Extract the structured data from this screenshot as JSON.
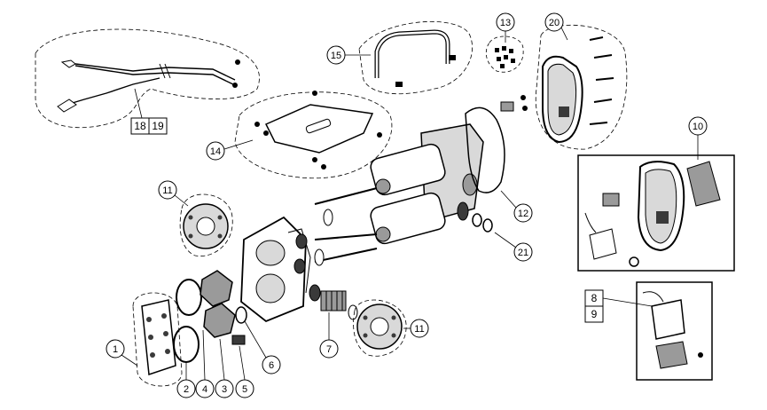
{
  "callouts": {
    "c1": "1",
    "c2": "2",
    "c3": "3",
    "c4": "4",
    "c5": "5",
    "c6": "6",
    "c7": "7",
    "c8": "8",
    "c9": "9",
    "c10": "10",
    "c11a": "11",
    "c11b": "11",
    "c12": "12",
    "c13": "13",
    "c14": "14",
    "c15": "15",
    "c18": "18",
    "c19": "19",
    "c20": "20",
    "c21": "21"
  },
  "colors": {
    "line": "#000000",
    "part_fill": "#ffffff",
    "shade_light": "#d9d9d9",
    "shade_mid": "#9a9a9a",
    "shade_dark": "#3a3a3a"
  }
}
